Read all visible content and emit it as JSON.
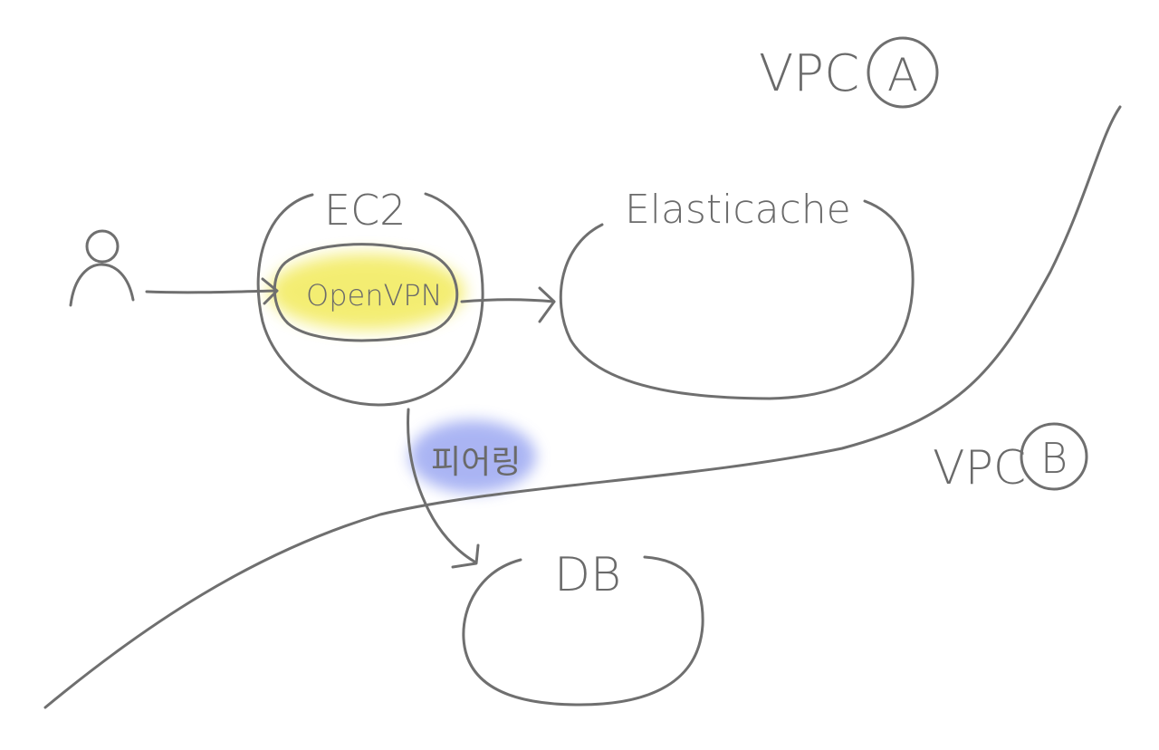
{
  "diagram": {
    "vpc_a": {
      "label": "VPC",
      "badge": "A"
    },
    "vpc_b": {
      "label": "VPC",
      "badge": "B"
    },
    "ec2": {
      "label": "EC2"
    },
    "openvpn": {
      "label": "OpenVPN",
      "highlight_color": "#f2ea5a"
    },
    "elasticache": {
      "label": "Elasticache"
    },
    "db": {
      "label": "DB"
    },
    "peering": {
      "label": "피어링",
      "highlight_color": "#8e9cf0"
    },
    "user": {
      "icon": "person-icon"
    },
    "stroke_color": "#6f6f6f"
  }
}
